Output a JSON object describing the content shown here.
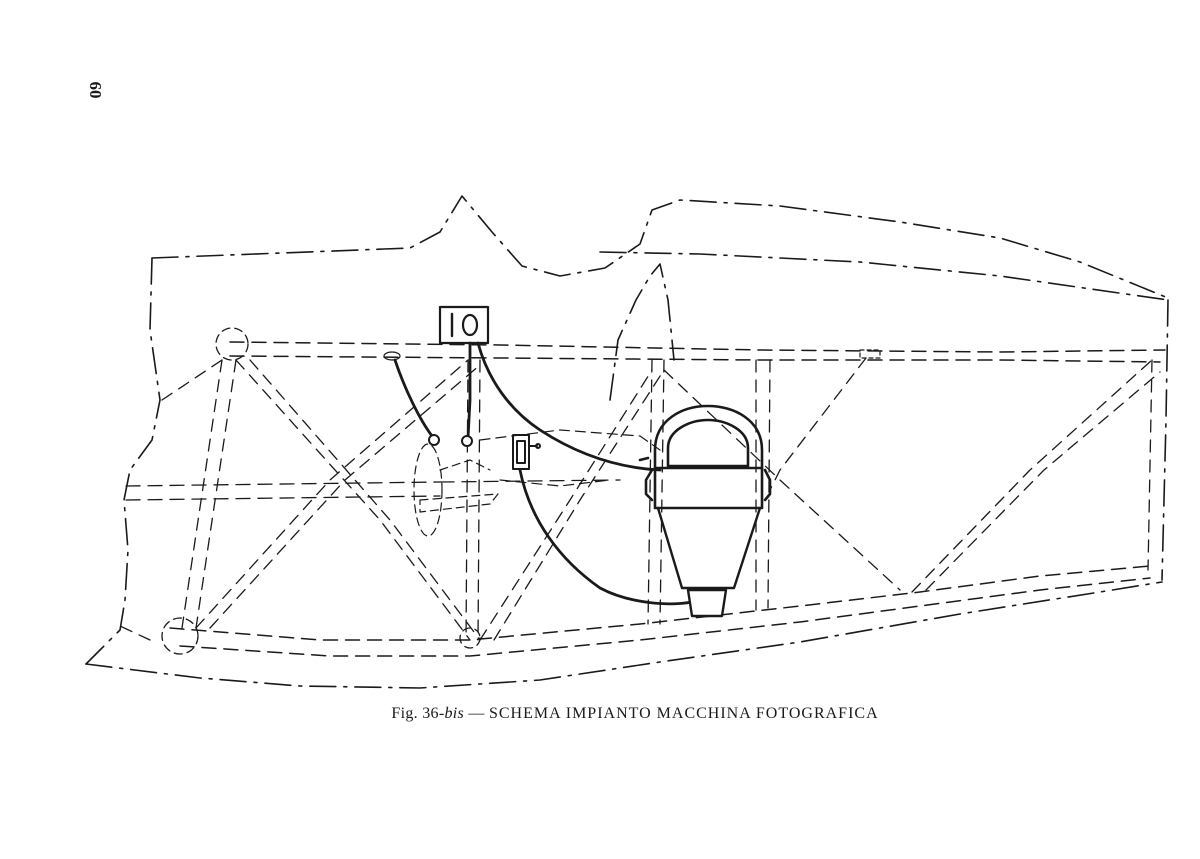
{
  "page": {
    "number": "60"
  },
  "figure": {
    "caption_prefix": "Fig. 36-",
    "caption_italic": "bis",
    "caption_separator": " — ",
    "caption_title": "SCHEMA IMPIANTO MACCHINA FOTOGRAFICA"
  },
  "colors": {
    "ink": "#1a1a1a",
    "paper": "#ffffff"
  }
}
